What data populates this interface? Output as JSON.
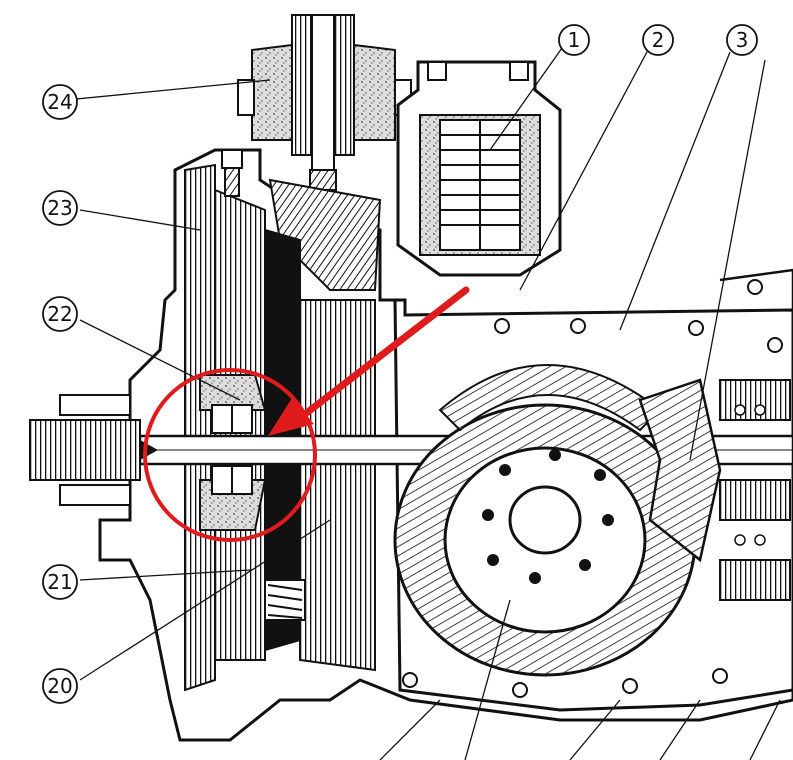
{
  "callouts": [
    {
      "id": "c1",
      "label": "1"
    },
    {
      "id": "c2",
      "label": "2"
    },
    {
      "id": "c3",
      "label": "3"
    },
    {
      "id": "c24",
      "label": "24"
    },
    {
      "id": "c23",
      "label": "23"
    },
    {
      "id": "c22",
      "label": "22"
    },
    {
      "id": "c21",
      "label": "21"
    },
    {
      "id": "c20",
      "label": "20"
    }
  ],
  "colors": {
    "ink": "#111111",
    "hatch_dark": "#1a1a1a",
    "annotation": "#e01b1b",
    "paper": "#ffffff",
    "stipple": "#d9d9d9"
  }
}
